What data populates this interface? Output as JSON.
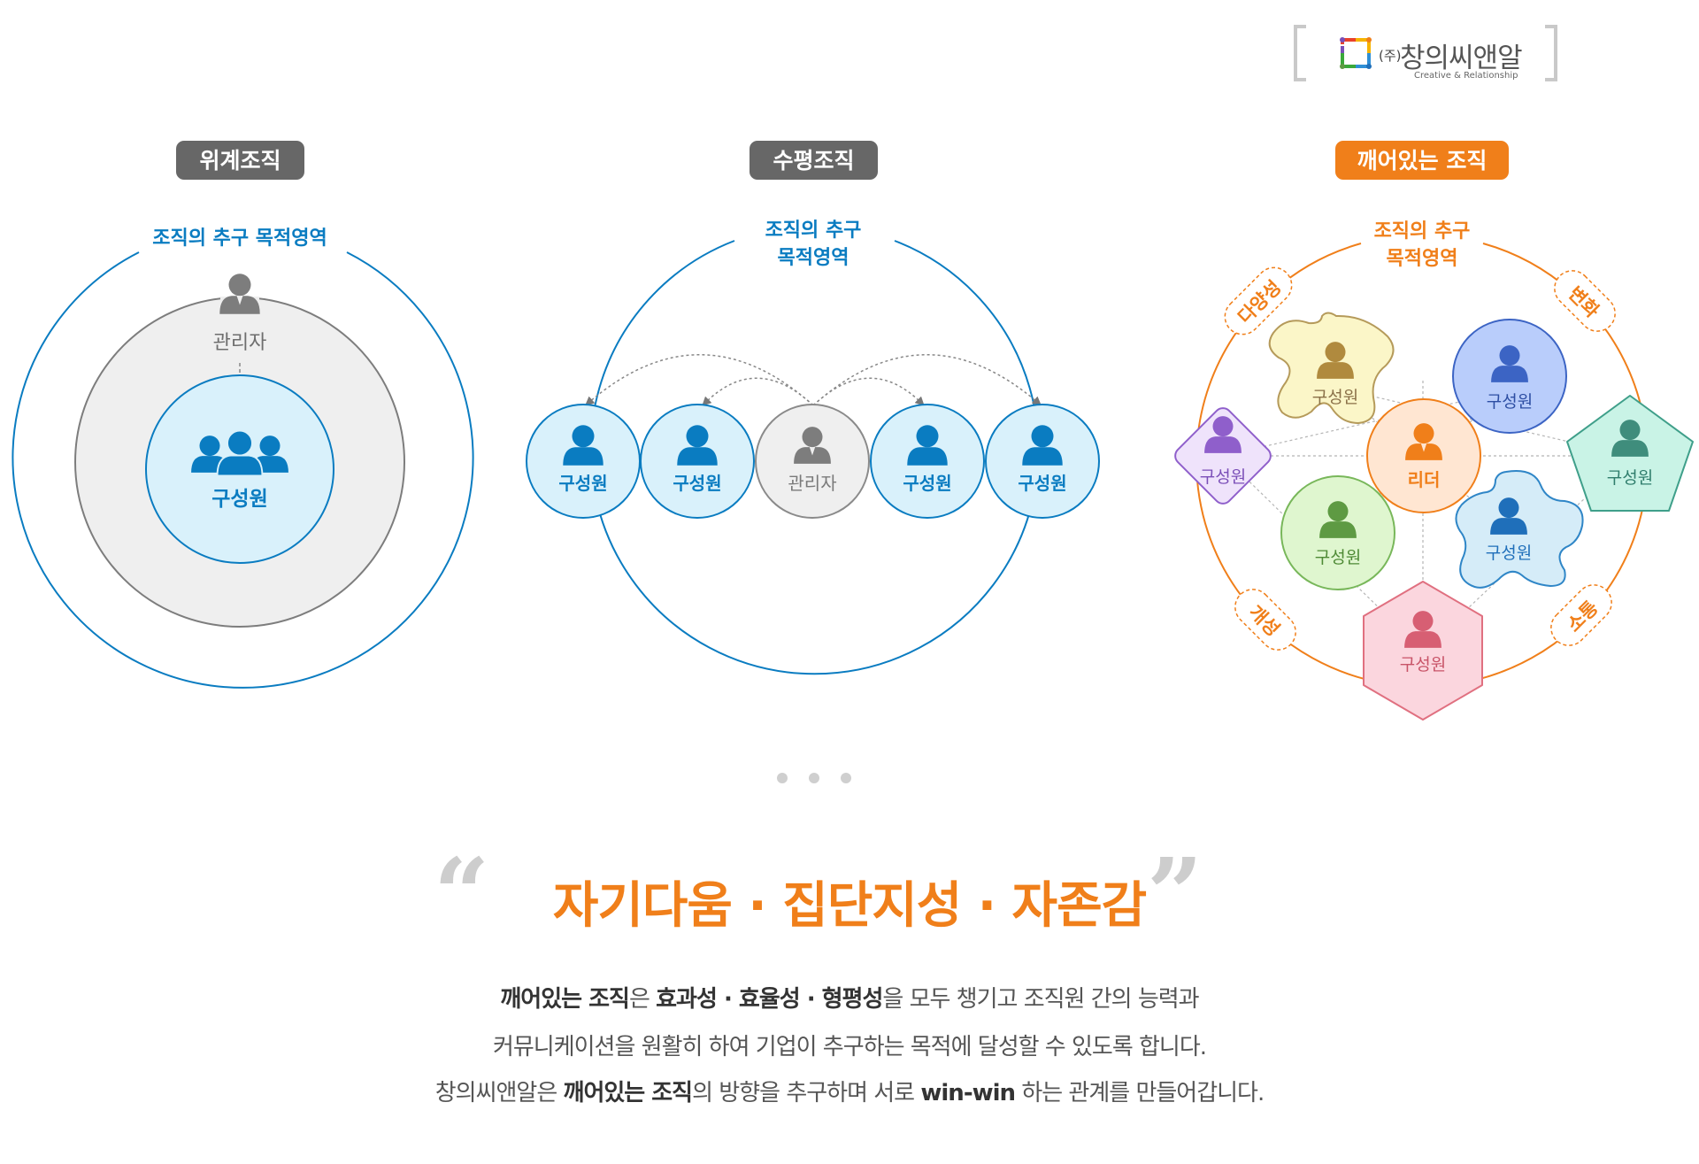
{
  "logo": {
    "prefix": "(주)",
    "name": "창의씨앤알",
    "tagline": "Creative & Relationship"
  },
  "sections": [
    {
      "label": "위계조직",
      "label_color": "#676767",
      "goal": "조직의 추구 목적영역",
      "manager": "관리자",
      "members": "구성원"
    },
    {
      "label": "수평조직",
      "label_color": "#676767",
      "goal_lines": [
        "조직의 추구",
        "목적영역"
      ],
      "manager": "관리자",
      "member": "구성원"
    },
    {
      "label": "깨어있는 조직",
      "label_color": "#f07f1a",
      "goal_lines": [
        "조직의 추구",
        "목적영역"
      ],
      "leader": "리더",
      "member": "구성원",
      "tags": [
        "다양성",
        "변화",
        "개성",
        "소통"
      ]
    }
  ],
  "colors": {
    "blue": "#0a7cc1",
    "orange": "#f07f1a",
    "member_blue": "#0a7cc1",
    "light_blue": "#d9f1fb",
    "gray_fill": "#efefef"
  },
  "headline": "자기다움 · 집단지성 · 자존감",
  "description": {
    "line1": {
      "b1": "깨어있는 조직",
      "t1": "은 ",
      "b2": "효과성 · 효율성 · 형평성",
      "t2": "을 모두 챙기고 조직원 간의 능력과"
    },
    "line2": "커뮤니케이션을 원활히 하여 기업이 추구하는 목적에 달성할 수 있도록 합니다.",
    "line3": {
      "t1": "창의씨앤알은 ",
      "b1": "깨어있는 조직",
      "t2": "의 방향을 추구하며 서로 ",
      "b2": "win-win",
      "t3": " 하는 관계를 만들어갑니다."
    }
  },
  "icons": [
    "person-icon",
    "group-icon",
    "arrow-down-icon",
    "dashed-arrow-icon",
    "logo-mark-icon"
  ]
}
